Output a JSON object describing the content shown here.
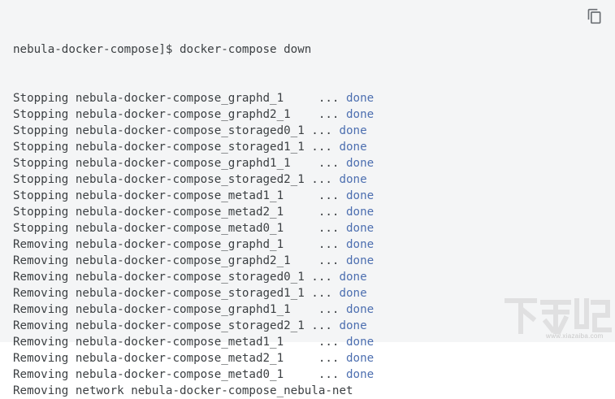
{
  "prompt_line": "nebula-docker-compose]$ docker-compose down",
  "copy_icon": "copy-icon",
  "lines": [
    {
      "text": "Stopping nebula-docker-compose_graphd_1     ... ",
      "status": "done"
    },
    {
      "text": "Stopping nebula-docker-compose_graphd2_1    ... ",
      "status": "done"
    },
    {
      "text": "Stopping nebula-docker-compose_storaged0_1 ... ",
      "status": "done"
    },
    {
      "text": "Stopping nebula-docker-compose_storaged1_1 ... ",
      "status": "done"
    },
    {
      "text": "Stopping nebula-docker-compose_graphd1_1    ... ",
      "status": "done"
    },
    {
      "text": "Stopping nebula-docker-compose_storaged2_1 ... ",
      "status": "done"
    },
    {
      "text": "Stopping nebula-docker-compose_metad1_1     ... ",
      "status": "done"
    },
    {
      "text": "Stopping nebula-docker-compose_metad2_1     ... ",
      "status": "done"
    },
    {
      "text": "Stopping nebula-docker-compose_metad0_1     ... ",
      "status": "done"
    },
    {
      "text": "Removing nebula-docker-compose_graphd_1     ... ",
      "status": "done"
    },
    {
      "text": "Removing nebula-docker-compose_graphd2_1    ... ",
      "status": "done"
    },
    {
      "text": "Removing nebula-docker-compose_storaged0_1 ... ",
      "status": "done"
    },
    {
      "text": "Removing nebula-docker-compose_storaged1_1 ... ",
      "status": "done"
    },
    {
      "text": "Removing nebula-docker-compose_graphd1_1    ... ",
      "status": "done"
    },
    {
      "text": "Removing nebula-docker-compose_storaged2_1 ... ",
      "status": "done"
    },
    {
      "text": "Removing nebula-docker-compose_metad1_1     ... ",
      "status": "done"
    },
    {
      "text": "Removing nebula-docker-compose_metad2_1     ... ",
      "status": "done"
    },
    {
      "text": "Removing nebula-docker-compose_metad0_1     ... ",
      "status": "done"
    },
    {
      "text": "Removing network nebula-docker-compose_nebula-net",
      "status": ""
    }
  ],
  "watermark": {
    "logo_text": "下载吧",
    "url": "www.xiazaiba.com"
  },
  "colors": {
    "text": "#3c4043",
    "status": "#4d6fb0",
    "background": "#f4f5f6"
  }
}
